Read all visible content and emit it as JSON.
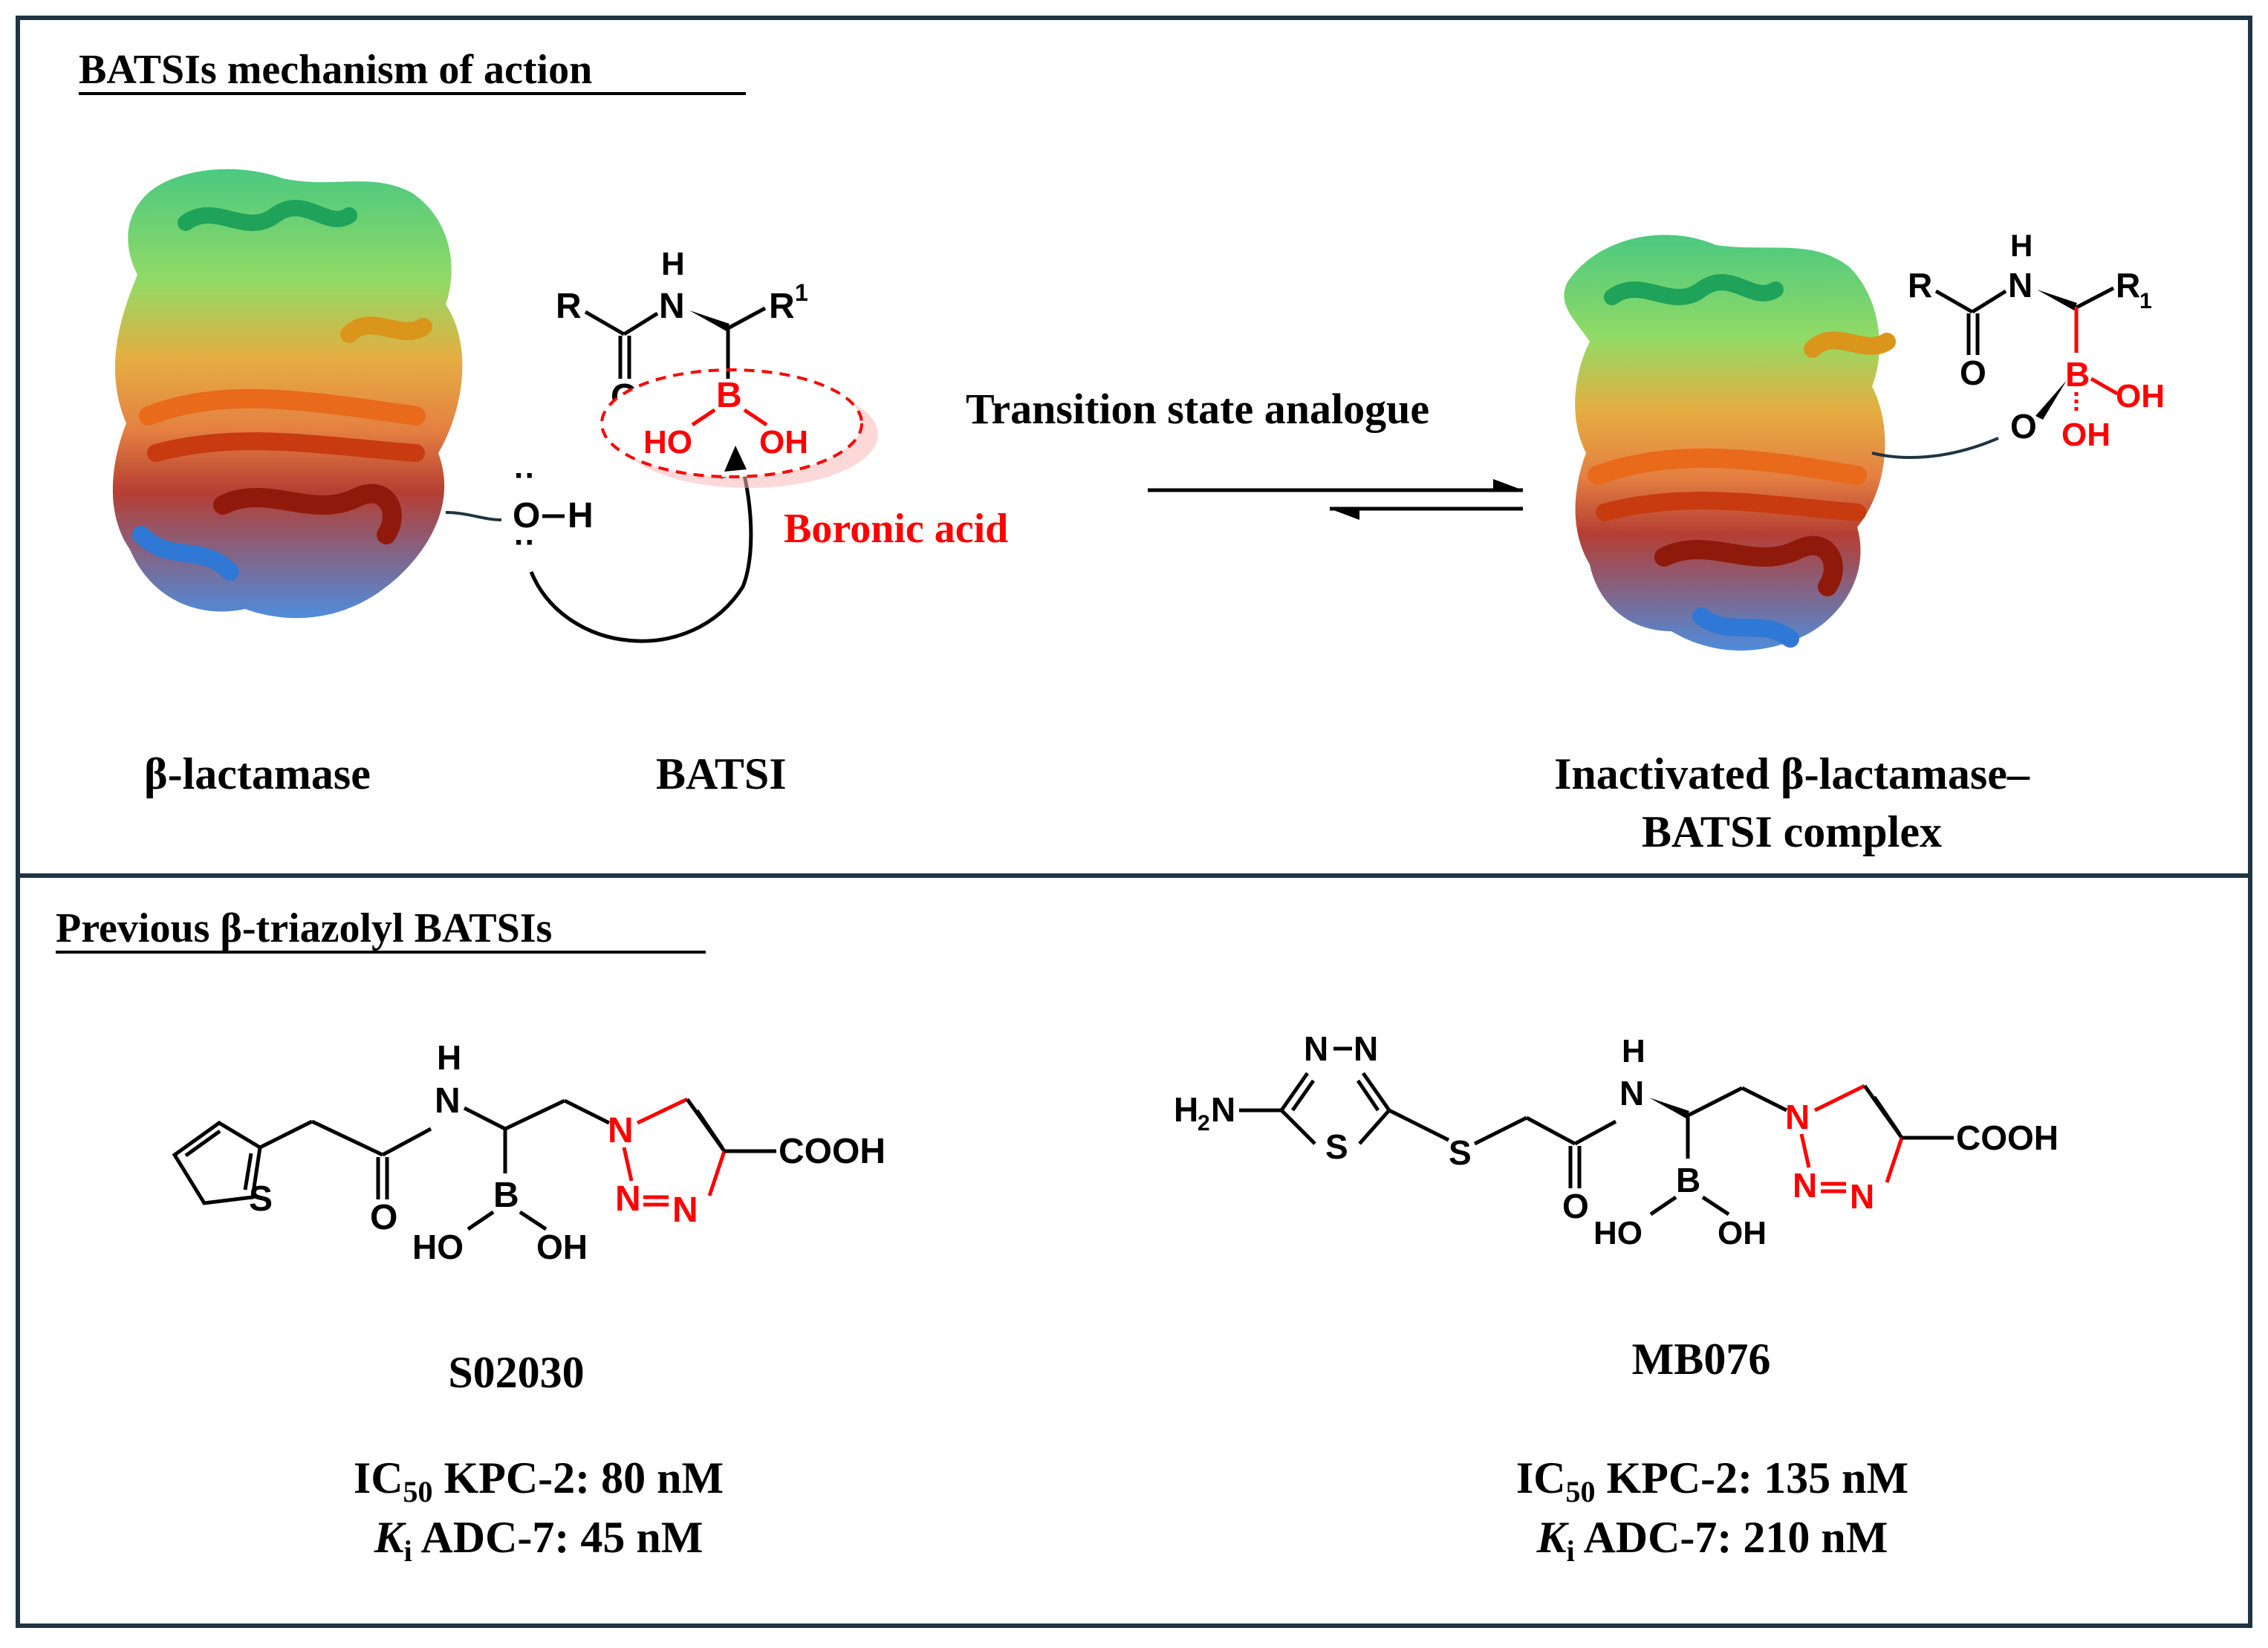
{
  "top_panel": {
    "heading": "BATSIs mechanism of action",
    "labels": {
      "enzyme": "β-lactamase",
      "inhibitor": "BATSI",
      "complex_line1": "Inactivated β-lactamase–",
      "complex_line2": "BATSI complex"
    },
    "arrow_label": "Transition state analogue",
    "boronic_label": "Boronic acid",
    "batsi_atoms": {
      "R": "R",
      "N": "N",
      "H": "H",
      "R1": "R",
      "R1_sup": "1",
      "O": "O",
      "B": "B",
      "HO": "HO",
      "OH": "OH"
    },
    "serine_atoms": {
      "O": "O",
      "H": "H",
      "lone_pairs": "··"
    },
    "complex_atoms": {
      "R": "R",
      "N": "N",
      "H": "H",
      "R1": "R",
      "R1_sub": "1",
      "O": "O",
      "B": "B",
      "OH1": "OH",
      "OH2": "OH",
      "O_ser": "O"
    }
  },
  "bottom_panel": {
    "heading": "Previous β-triazolyl BATSIs",
    "compounds": [
      {
        "name": "S02030",
        "ic50_prefix": "IC",
        "ic50_sub": "50",
        "ic50_text": " KPC-2: 80 nM",
        "ki_prefix": "K",
        "ki_sub": "i",
        "ki_text": " ADC-7: 45 nM",
        "atoms": {
          "S": "S",
          "H": "H",
          "N": "N",
          "O": "O",
          "B": "B",
          "HO": "HO",
          "OH": "OH",
          "N1": "N",
          "N2": "N",
          "N3": "N",
          "COOH": "COOH"
        }
      },
      {
        "name": "MB076",
        "ic50_prefix": "IC",
        "ic50_sub": "50",
        "ic50_text": " KPC-2: 135 nM",
        "ki_prefix": "K",
        "ki_sub": "i",
        "ki_text": " ADC-7: 210 nM",
        "atoms": {
          "H2N": "H",
          "H2N_sub": "2",
          "H2N_N": "N",
          "Nt1": "N",
          "Nt2": "N",
          "St": "S",
          "S": "S",
          "H": "H",
          "N": "N",
          "O": "O",
          "B": "B",
          "HO": "HO",
          "OH": "OH",
          "N1": "N",
          "N2": "N",
          "N3": "N",
          "COOH": "COOH"
        }
      }
    ]
  },
  "colors": {
    "border": "#1f3442",
    "highlight": "#ff0000",
    "text": "#000000"
  }
}
